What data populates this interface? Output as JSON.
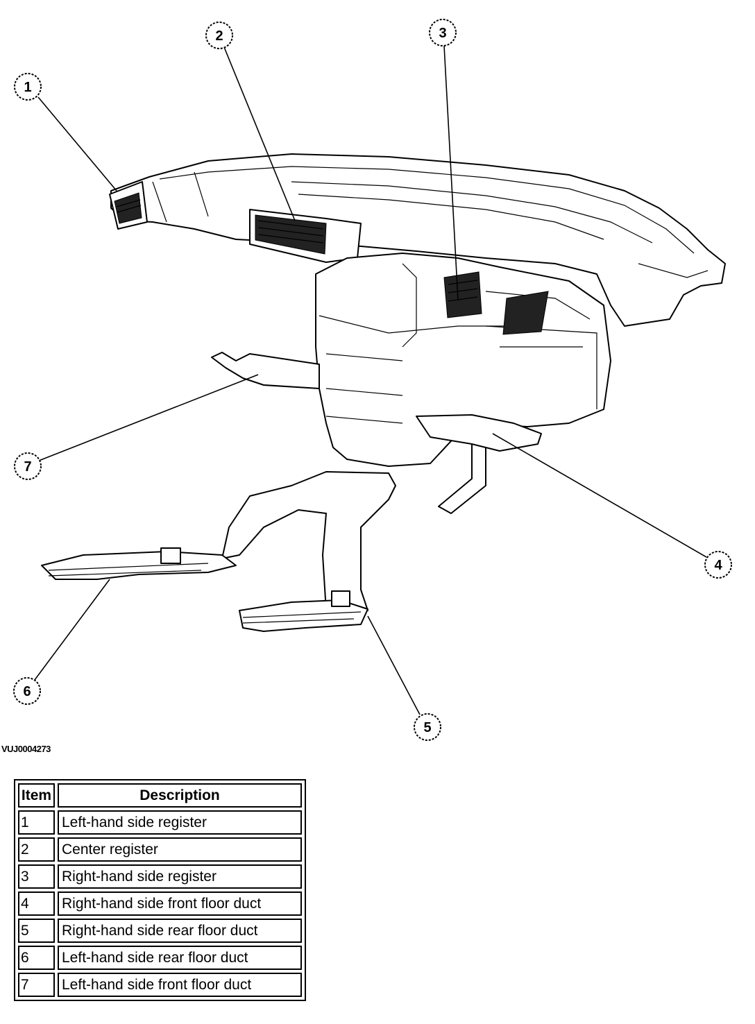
{
  "figure_id": "VUJ0004273",
  "callouts": [
    "1",
    "2",
    "3",
    "4",
    "5",
    "6",
    "7"
  ],
  "table": {
    "headers": [
      "Item",
      "Description"
    ],
    "rows": [
      [
        "1",
        "Left-hand side register"
      ],
      [
        "2",
        "Center register"
      ],
      [
        "3",
        "Right-hand side register"
      ],
      [
        "4",
        "Right-hand side front floor duct"
      ],
      [
        "5",
        "Right-hand side rear floor duct"
      ],
      [
        "6",
        "Left-hand side rear floor duct"
      ],
      [
        "7",
        "Left-hand side front floor duct"
      ]
    ]
  }
}
